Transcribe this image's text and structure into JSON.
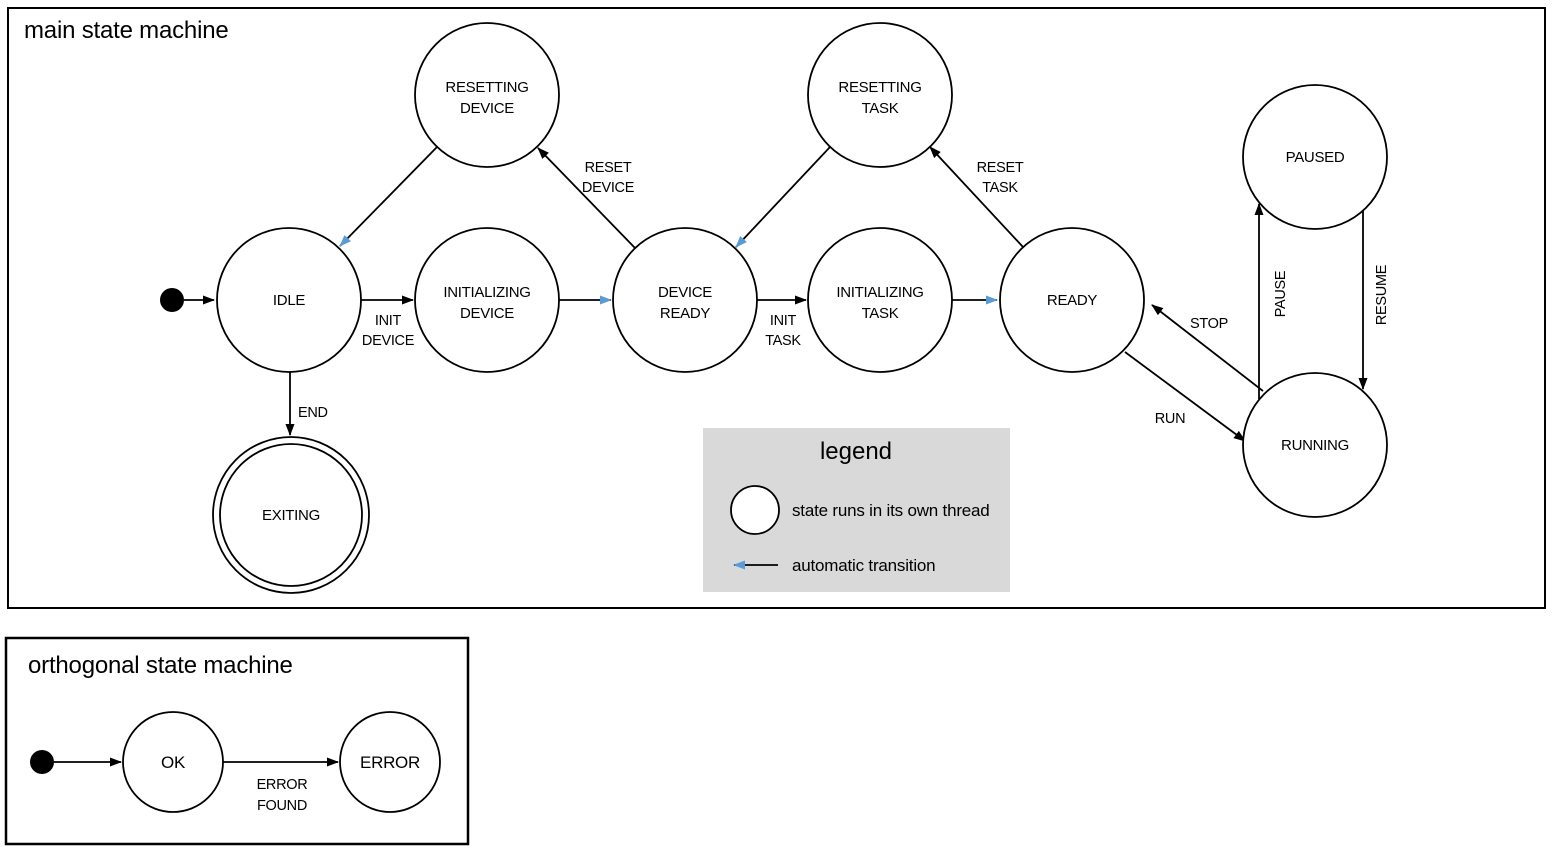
{
  "colors": {
    "thread_fill": "#b4c7e7",
    "auto_transition": "#5b9bd5",
    "legend_bg": "#d9d9d9",
    "stroke": "#000000"
  },
  "main": {
    "title": "main state machine",
    "states": {
      "idle": {
        "label": "IDLE"
      },
      "resetting_device": {
        "line1": "RESETTING",
        "line2": "DEVICE"
      },
      "initializing_device": {
        "line1": "INITIALIZING",
        "line2": "DEVICE"
      },
      "device_ready": {
        "line1": "DEVICE",
        "line2": "READY"
      },
      "resetting_task": {
        "line1": "RESETTING",
        "line2": "TASK"
      },
      "initializing_task": {
        "line1": "INITIALIZING",
        "line2": "TASK"
      },
      "ready": {
        "label": "READY"
      },
      "paused": {
        "label": "PAUSED"
      },
      "running": {
        "label": "RUNNING"
      },
      "exiting": {
        "label": "EXITING"
      }
    },
    "transitions": {
      "init_device": {
        "line1": "INIT",
        "line2": "DEVICE"
      },
      "reset_device": {
        "line1": "RESET",
        "line2": "DEVICE"
      },
      "init_task": {
        "line1": "INIT",
        "line2": "TASK"
      },
      "reset_task": {
        "line1": "RESET",
        "line2": "TASK"
      },
      "end": {
        "label": "END"
      },
      "run": {
        "label": "RUN"
      },
      "stop": {
        "label": "STOP"
      },
      "pause": {
        "label": "PAUSE"
      },
      "resume": {
        "label": "RESUME"
      }
    }
  },
  "legend": {
    "title": "legend",
    "thread_item": "state runs in its own thread",
    "auto_item": "automatic transition"
  },
  "orthogonal": {
    "title": "orthogonal state machine",
    "states": {
      "ok": {
        "label": "OK"
      },
      "error": {
        "label": "ERROR"
      }
    },
    "transitions": {
      "error_found": {
        "line1": "ERROR",
        "line2": "FOUND"
      }
    }
  }
}
